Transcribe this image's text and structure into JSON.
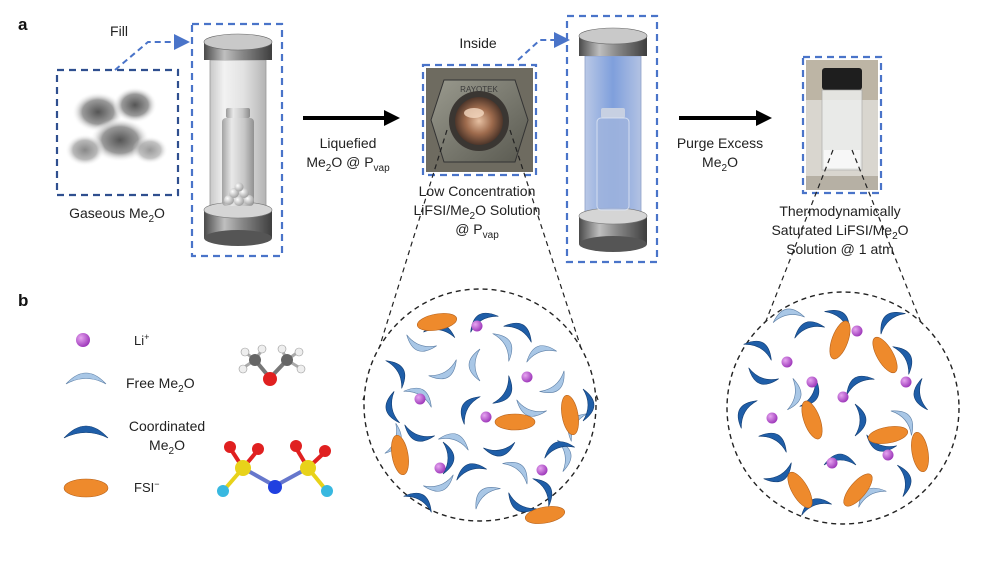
{
  "panels": {
    "a": "a",
    "b": "b"
  },
  "labels": {
    "fill": "Fill",
    "inside": "Inside",
    "gaseous": [
      "Gaseous Me",
      "2",
      "O"
    ],
    "liquefied_l1": "Liquefied",
    "liquefied_l2": [
      "Me",
      "2",
      "O @ P",
      "vap"
    ],
    "purge_l1": "Purge Excess",
    "purge_l2": [
      "Me",
      "2",
      "O"
    ],
    "low_l1": "Low Concentration",
    "low_l2": [
      "LiFSI/Me",
      "2",
      "O  Solution"
    ],
    "low_l3": [
      "@ P",
      "vap"
    ],
    "thermo_l1": "Thermodynamically",
    "thermo_l2": [
      "Saturated  LiFSI/Me",
      "2",
      "O"
    ],
    "thermo_l3": "Solution @ 1 atm",
    "rotor_text": "RAYOTEK"
  },
  "legend": {
    "li": [
      "Li",
      "+"
    ],
    "free": [
      "Free Me",
      "2",
      "O"
    ],
    "coord_l1": "Coordinated",
    "coord_l2": [
      "Me",
      "2",
      "O"
    ],
    "fsi": [
      "FSI",
      "−"
    ]
  },
  "colors": {
    "dashed_box": "#4a74c9",
    "li_ion": "#b24fc8",
    "free_me2o": "#a9c7e6",
    "coordinated_me2o": "#1f5ea8",
    "fsi_anion": "#ee8a2c",
    "oxygen": "#e02020",
    "sulfur": "#e8d21a",
    "nitrogen": "#2040e0",
    "fluorine": "#38b8e0",
    "carbon": "#666666",
    "hydrogen": "#f0f0f0"
  }
}
